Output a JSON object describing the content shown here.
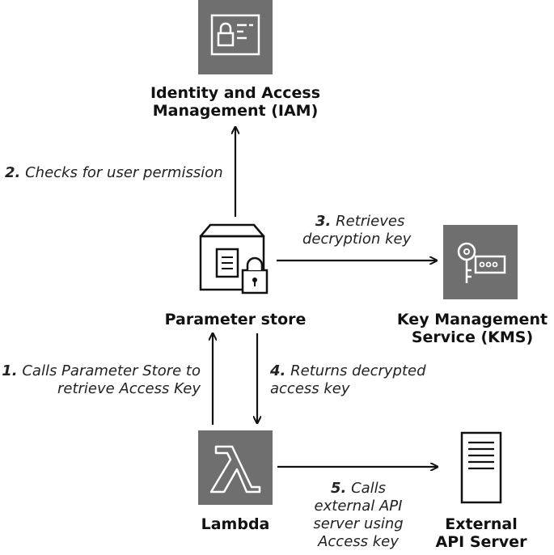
{
  "nodes": {
    "iam": {
      "line1": "Identity and Access",
      "line2": "Management (IAM)",
      "icon": "id-card-lock-icon"
    },
    "parameter_store": {
      "label": "Parameter store",
      "icon": "store-document-lock-icon"
    },
    "kms": {
      "line1": "Key Management",
      "line2": "Service (KMS)",
      "icon": "key-icon"
    },
    "lambda": {
      "label": "Lambda",
      "icon": "lambda-icon"
    },
    "external_api": {
      "line1": "External",
      "line2": "API Server",
      "icon": "server-icon"
    }
  },
  "steps": {
    "s1": {
      "num": "1.",
      "line1": "Calls Parameter Store to",
      "line2": "retrieve Access Key"
    },
    "s2": {
      "num": "2.",
      "line1": "Checks for user permission"
    },
    "s3": {
      "num": "3.",
      "line1": "Retrieves",
      "line2": "decryption key"
    },
    "s4": {
      "num": "4.",
      "line1": "Returns decrypted",
      "line2": "access key"
    },
    "s5": {
      "num": "5.",
      "line1": "Calls",
      "line2": "external API",
      "line3": "server using",
      "line4": "Access key"
    }
  },
  "colors": {
    "icon_box": "#6f6f6f",
    "icon_stroke": "#ffffff",
    "arrow": "#111111"
  }
}
